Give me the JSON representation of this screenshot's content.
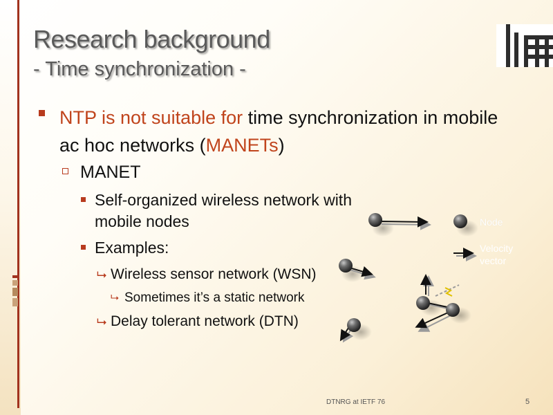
{
  "slide": {
    "title": "Research background",
    "subtitle": "- Time synchronization -",
    "bullet1": {
      "red_part": "NTP is not suitable for",
      "black_part": " time synchronization in mobile ac hoc networks (",
      "red_part2": "MANETs",
      "end": ")"
    },
    "manet": "MANET",
    "sub1": "Self-organized wireless network with mobile nodes",
    "sub2": "Examples:",
    "ex1": "Wireless sensor network (WSN)",
    "ex1_sub": "Sometimes it’s a static network",
    "ex2": "Delay tolerant network (DTN)",
    "legend_node": "Node",
    "legend_velocity_line1": "Velocity",
    "legend_velocity_line2": "vector",
    "footer": "DTNRG at IETF 76",
    "page_number": "5"
  },
  "colors": {
    "accent": "#c0441c",
    "bar": "#a1321e",
    "title": "#5a5a5a"
  }
}
